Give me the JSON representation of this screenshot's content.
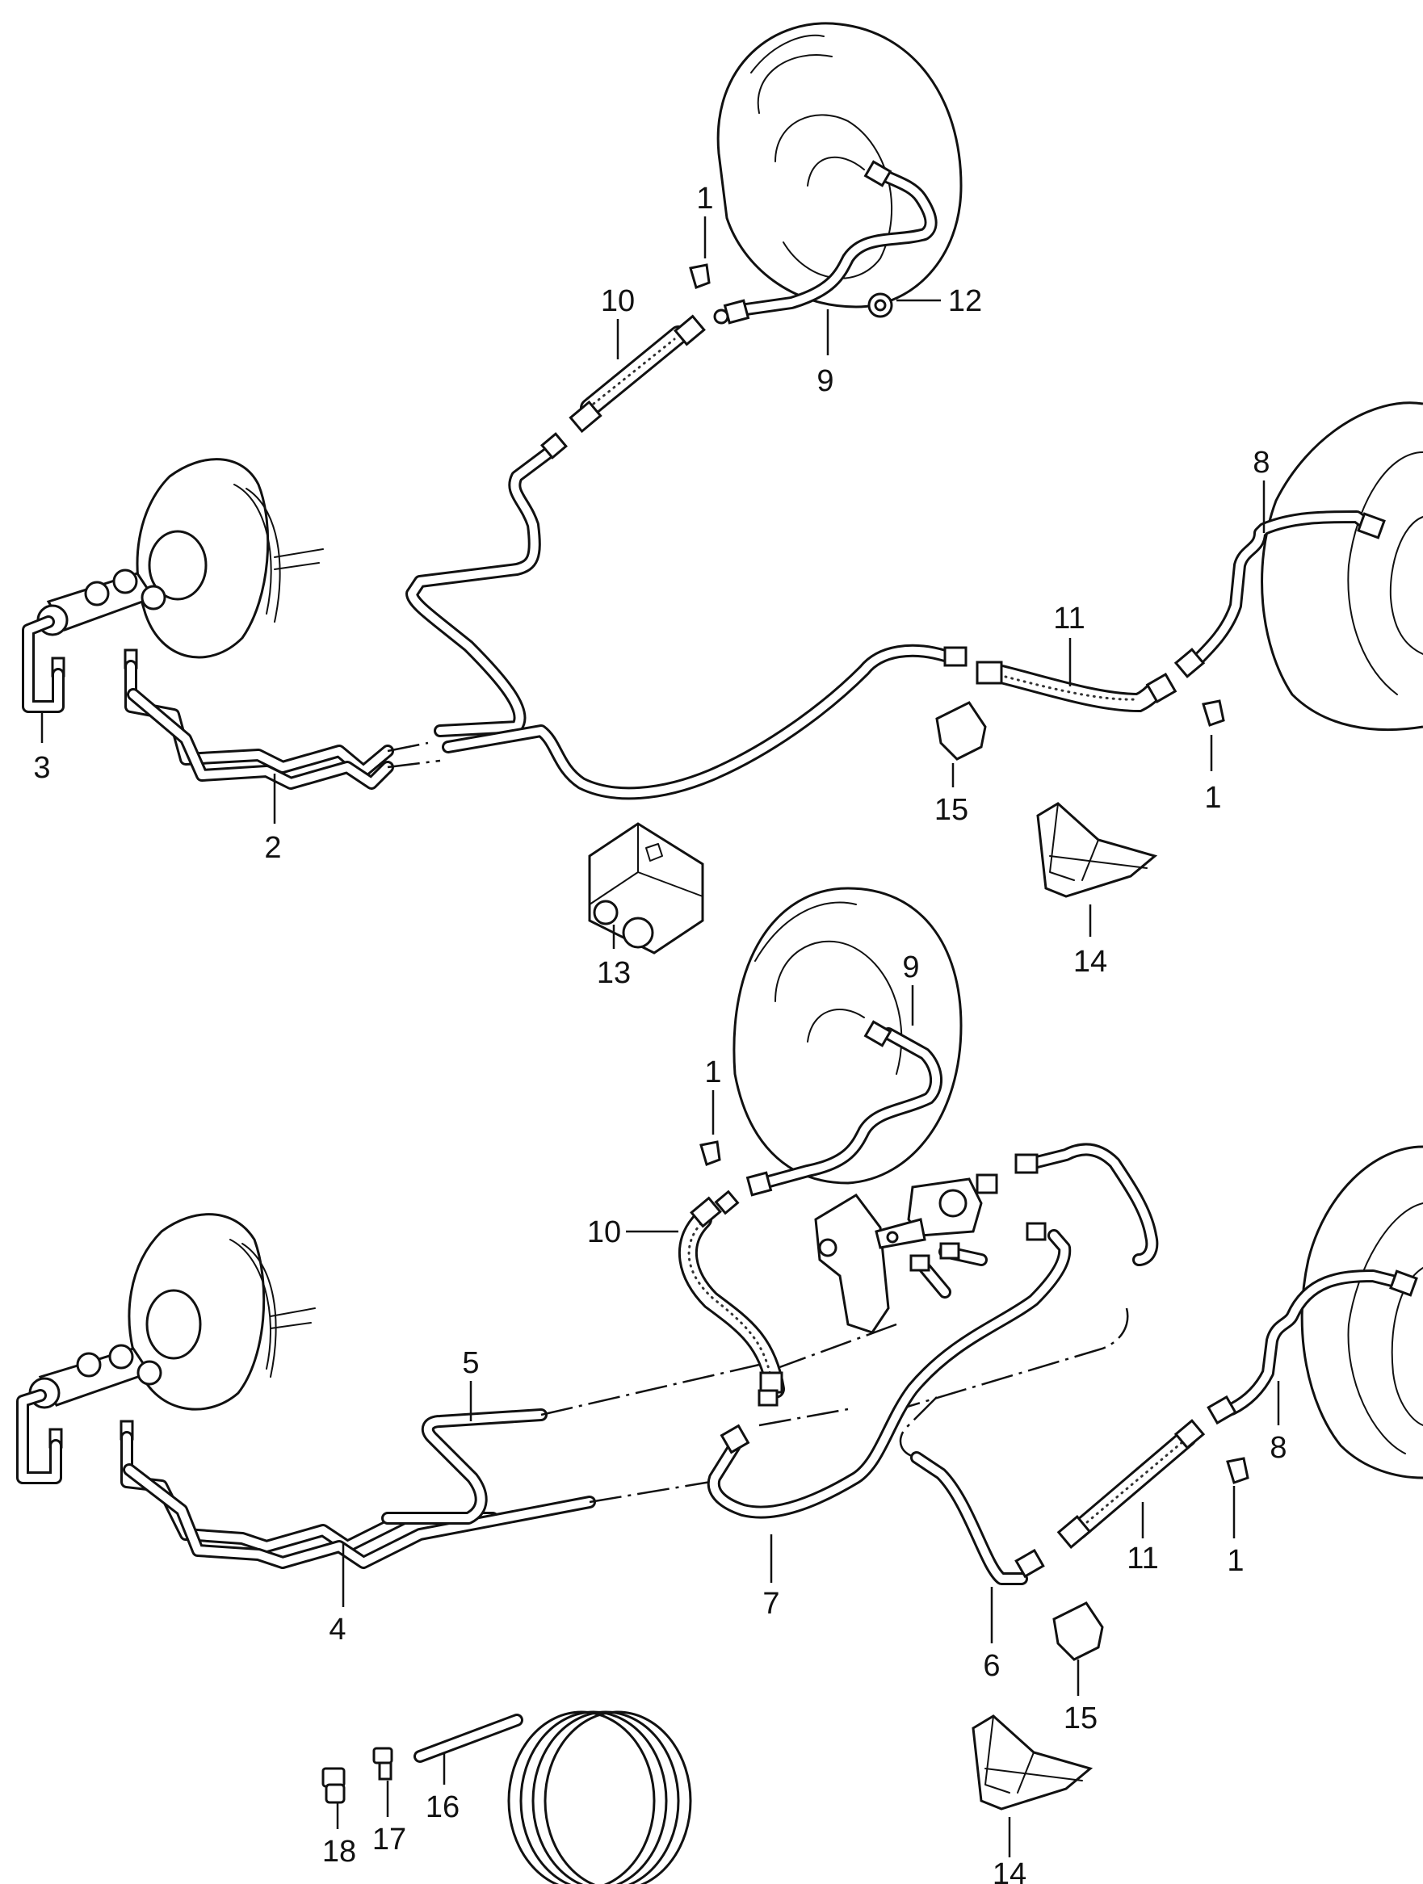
{
  "callouts": {
    "top_1a": "1",
    "top_10": "10",
    "top_12": "12",
    "top_9": "9",
    "top_8": "8",
    "top_11": "11",
    "top_3": "3",
    "top_2": "2",
    "top_15": "15",
    "top_1b": "1",
    "top_13": "13",
    "top_14": "14",
    "bot_9": "9",
    "bot_1a": "1",
    "bot_10": "10",
    "bot_5": "5",
    "bot_8": "8",
    "bot_11": "11",
    "bot_1b": "1",
    "bot_4": "4",
    "bot_7": "7",
    "bot_6": "6",
    "bot_15": "15",
    "bot_14": "14",
    "bot_16": "16",
    "bot_18": "18",
    "bot_17": "17"
  }
}
